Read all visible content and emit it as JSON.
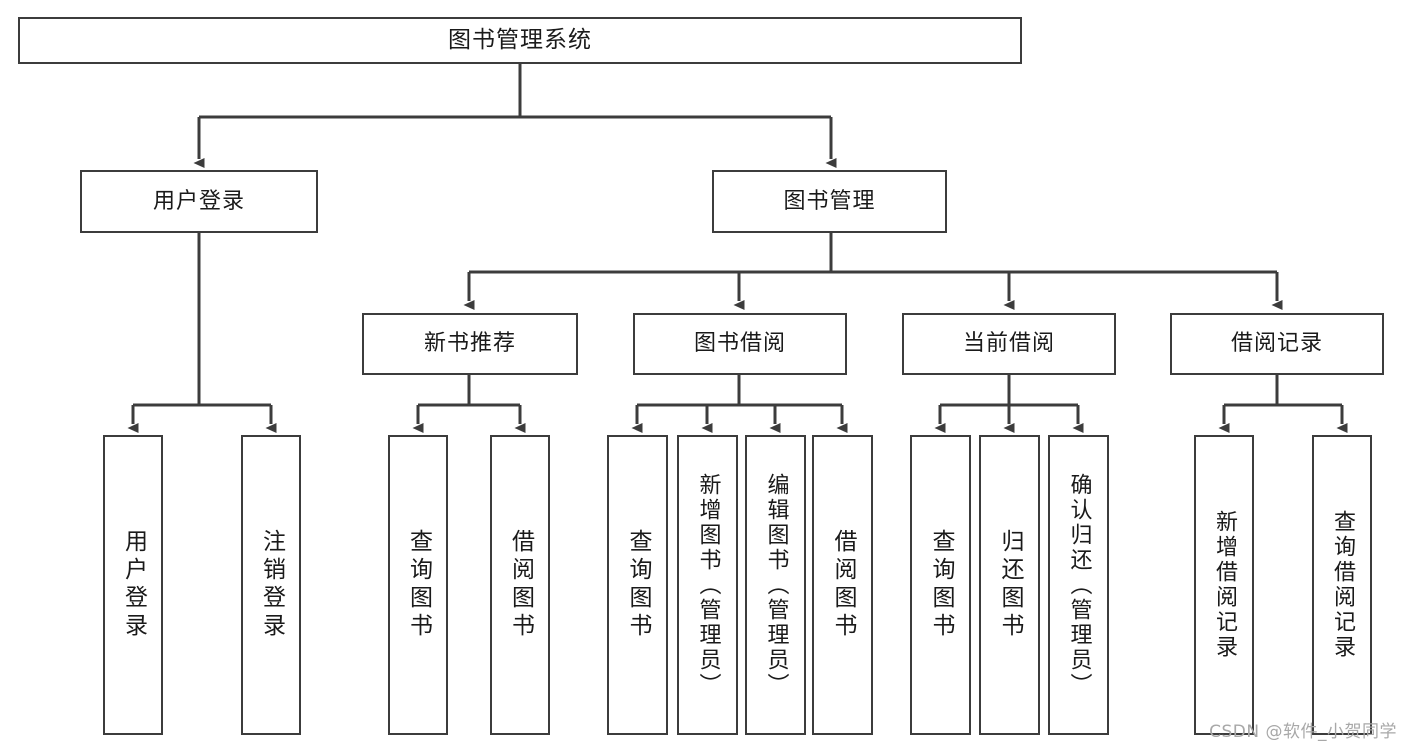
{
  "diagram": {
    "title": "图书管理系统",
    "type": "tree-hierarchy-chart",
    "watermark": "CSDN @软件_小贺同学",
    "colors": {
      "background": "#ffffff",
      "box_border": "#3c3c3c",
      "box_fill": "#ffffff",
      "connector": "#3c3c3c",
      "text": "#1a1a1a",
      "watermark": "#a8a8a8"
    },
    "levels": {
      "root": {
        "label": "图书管理系统"
      },
      "level2": [
        {
          "id": "user-login",
          "label": "用户登录"
        },
        {
          "id": "book-management",
          "label": "图书管理"
        }
      ],
      "level3": [
        {
          "id": "new-book-recommend",
          "label": "新书推荐",
          "parent": "book-management"
        },
        {
          "id": "book-borrow",
          "label": "图书借阅",
          "parent": "book-management"
        },
        {
          "id": "current-borrow",
          "label": "当前借阅",
          "parent": "book-management"
        },
        {
          "id": "borrow-record",
          "label": "借阅记录",
          "parent": "book-management"
        }
      ],
      "leaves": [
        {
          "id": "leaf-user-login",
          "label": "用户登录",
          "parent": "user-login"
        },
        {
          "id": "leaf-logout-login",
          "label": "注销登录",
          "parent": "user-login"
        },
        {
          "id": "leaf-query-book-1",
          "label": "查询图书",
          "parent": "new-book-recommend"
        },
        {
          "id": "leaf-borrow-book-1",
          "label": "借阅图书",
          "parent": "new-book-recommend"
        },
        {
          "id": "leaf-query-book-2",
          "label": "查询图书",
          "parent": "book-borrow"
        },
        {
          "id": "leaf-add-book",
          "label": "新增图书（管理员）",
          "parent": "book-borrow"
        },
        {
          "id": "leaf-edit-book",
          "label": "编辑图书（管理员）",
          "parent": "book-borrow"
        },
        {
          "id": "leaf-borrow-book-2",
          "label": "借阅图书",
          "parent": "book-borrow"
        },
        {
          "id": "leaf-query-book-3",
          "label": "查询图书",
          "parent": "current-borrow"
        },
        {
          "id": "leaf-return-book",
          "label": "归还图书",
          "parent": "current-borrow"
        },
        {
          "id": "leaf-confirm-return",
          "label": "确认归还（管理员）",
          "parent": "current-borrow"
        },
        {
          "id": "leaf-add-record",
          "label": "新增借阅记录",
          "parent": "borrow-record"
        },
        {
          "id": "leaf-query-record",
          "label": "查询借阅记录",
          "parent": "borrow-record"
        }
      ]
    }
  }
}
